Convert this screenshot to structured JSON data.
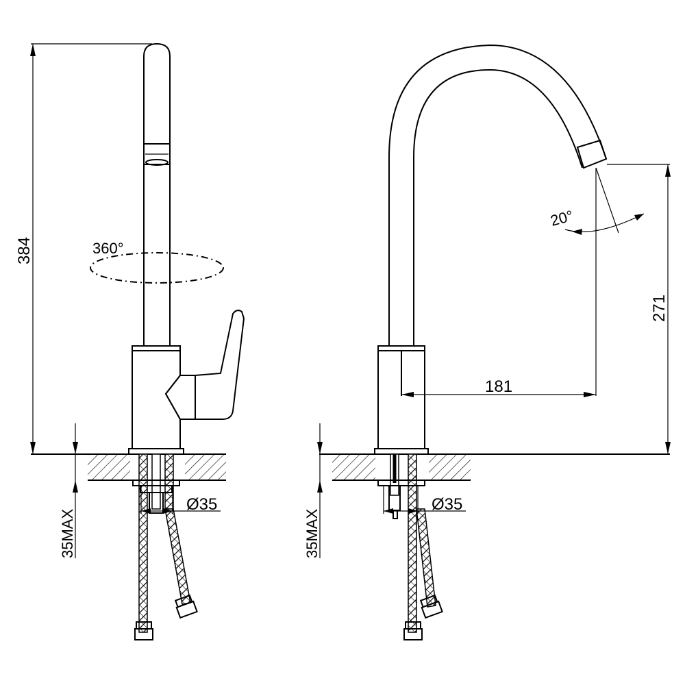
{
  "left_view": {
    "height_label": "384",
    "rotation_label": "360°",
    "hole_label": "Ø35",
    "thickness_label": "35MAX"
  },
  "right_view": {
    "angle_label": "20°",
    "spout_height_label": "271",
    "reach_label": "181",
    "hole_label": "Ø35",
    "thickness_label": "35MAX"
  }
}
